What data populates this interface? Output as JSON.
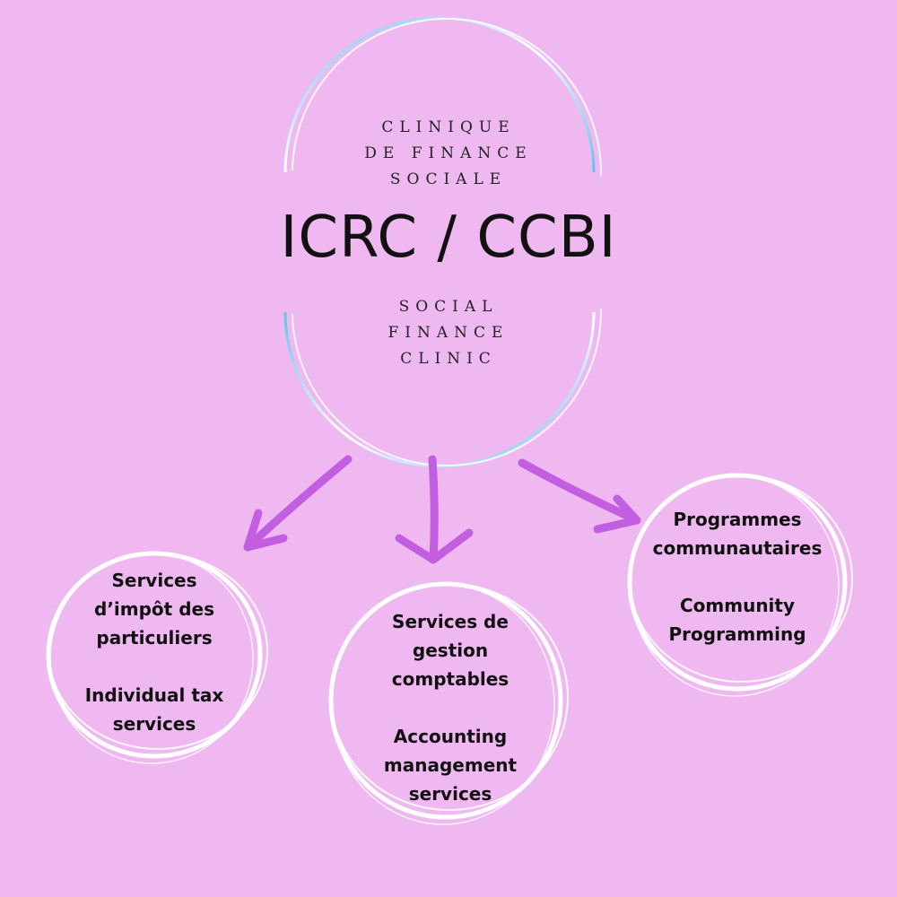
{
  "header": {
    "french_lines": [
      "CLINIQUE",
      "DE FINANCE",
      "SOCIALE"
    ],
    "title": "ICRC / CCBI",
    "english_lines": [
      "SOCIAL",
      "FINANCE",
      "CLINIC"
    ]
  },
  "nodes": [
    {
      "french_lines": [
        "Services",
        "d’impôt des",
        "particuliers"
      ],
      "english_lines": [
        "Individual tax",
        "services"
      ]
    },
    {
      "french_lines": [
        "Services de",
        "gestion",
        "comptables"
      ],
      "english_lines": [
        "Accounting",
        "management",
        "services"
      ]
    },
    {
      "french_lines": [
        "Programmes",
        "communautaires"
      ],
      "english_lines": [
        "Community",
        "Programming"
      ]
    }
  ],
  "colors": {
    "background": "#f0b8f0",
    "arrow": "#c25fe0",
    "ring_white": "#ffffff",
    "ring_blue": "#5fc4ec"
  }
}
